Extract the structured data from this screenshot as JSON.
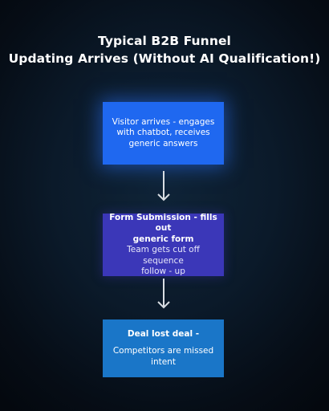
{
  "title": {
    "line1": "Typical B2B Funnel",
    "line2": "Updating Arrives (Without AI Qualification!)"
  },
  "steps": [
    {
      "lines": [
        "Visitor arrives - engages",
        "with chatbot, receives",
        "generic answers"
      ],
      "color": "#1f68f0"
    },
    {
      "heading_lines": [
        "Form Submission - fills out",
        "generic form"
      ],
      "detail_lines": [
        "Team gets cut off sequence",
        "follow - up"
      ],
      "color": "#3b37b8"
    },
    {
      "heading": "Deal lost deal -",
      "detail_lines": [
        "Competitors are missed",
        "intent"
      ],
      "color": "#1a76c8"
    }
  ],
  "colors": {
    "background": "#0b1a2a",
    "arrow": "#d8dde3",
    "text": "#ffffff"
  }
}
